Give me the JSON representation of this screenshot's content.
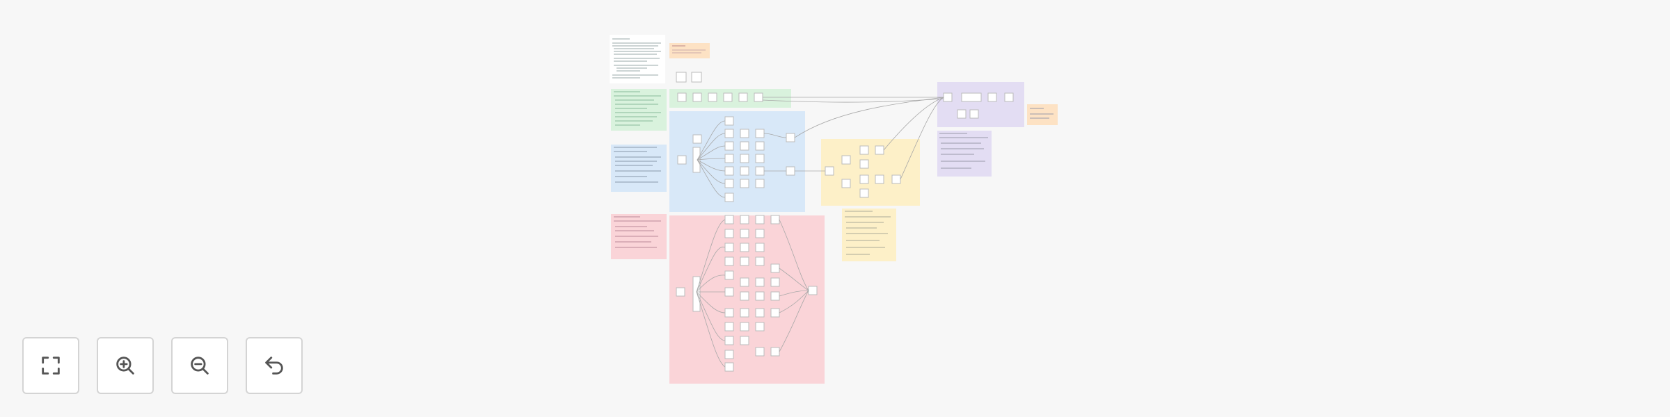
{
  "canvas": {
    "background": "#f7f7f7",
    "regions": [
      {
        "name": "intro-notes",
        "color": "#ffffff"
      },
      {
        "name": "orange-note",
        "color": "#fde2c4"
      },
      {
        "name": "green-section",
        "color": "#d9f2dd"
      },
      {
        "name": "blue-section",
        "color": "#d8e8f8"
      },
      {
        "name": "red-section",
        "color": "#fad4d8"
      },
      {
        "name": "yellow-section",
        "color": "#fdf0c8"
      },
      {
        "name": "purple-section",
        "color": "#e3ddf3"
      }
    ]
  },
  "controls": {
    "fit_view": {
      "icon": "fit-view-icon"
    },
    "zoom_in": {
      "icon": "zoom-in-icon"
    },
    "zoom_out": {
      "icon": "zoom-out-icon"
    },
    "undo": {
      "icon": "undo-icon"
    }
  }
}
